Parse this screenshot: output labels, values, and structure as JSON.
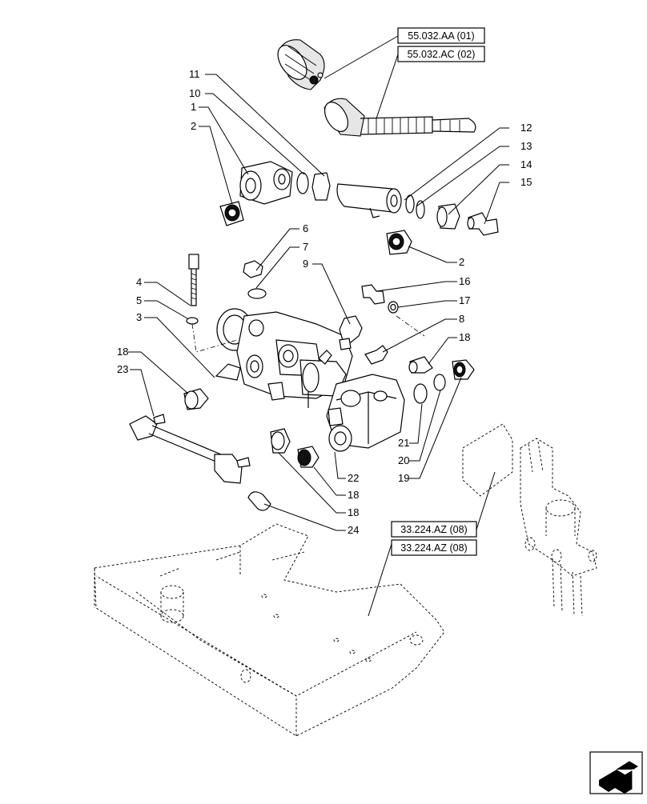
{
  "references": [
    {
      "label": "55.032.AA (01)"
    },
    {
      "label": "55.032.AC (02)"
    },
    {
      "label": "33.224.AZ (08)"
    },
    {
      "label": "33.224.AZ (08)"
    }
  ],
  "callouts": [
    "11",
    "10",
    "1",
    "2",
    "12",
    "13",
    "14",
    "15",
    "6",
    "7",
    "9",
    "16",
    "17",
    "8",
    "2",
    "4",
    "5",
    "3",
    "18",
    "18",
    "23",
    "21",
    "20",
    "19",
    "22",
    "18",
    "18",
    "24"
  ],
  "nav_icon": "next-page-arrow-icon"
}
